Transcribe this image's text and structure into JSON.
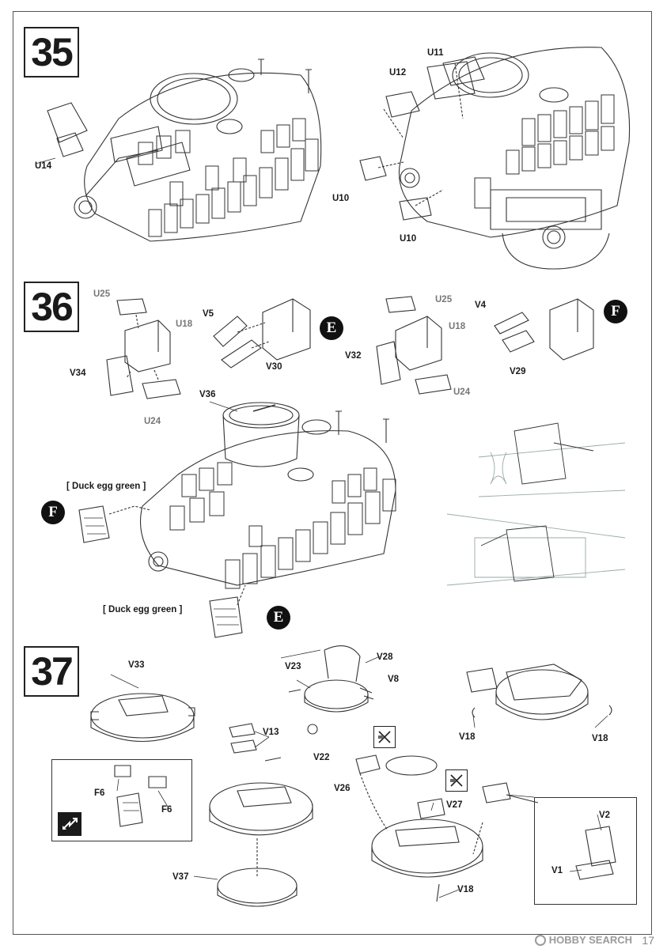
{
  "steps": [
    {
      "number": "35"
    },
    {
      "number": "36"
    },
    {
      "number": "37"
    }
  ],
  "markers": {
    "e": "E",
    "f": "F"
  },
  "color_notes": {
    "duck_egg_green_top": "[ Duck egg green ]",
    "duck_egg_green_bottom": "[ Duck egg green ]"
  },
  "labels_35": {
    "u14": "U14",
    "u11": "U11",
    "u12": "U12",
    "u10_a": "U10",
    "u10_b": "U10"
  },
  "labels_36": {
    "u25_a": "U25",
    "u18_a": "U18",
    "v34": "V34",
    "u24_a": "U24",
    "v5": "V5",
    "v30": "V30",
    "u25_b": "U25",
    "u18_b": "U18",
    "v32": "V32",
    "u24_b": "U24",
    "v4": "V4",
    "v29": "V29",
    "v36": "V36"
  },
  "labels_37": {
    "v33": "V33",
    "f6_a": "F6",
    "f6_b": "F6",
    "v13": "V13",
    "v37": "V37",
    "v23": "V23",
    "v28": "V28",
    "v8": "V8",
    "v22": "V22",
    "v26": "V26",
    "v27": "V27",
    "v18_a": "V18",
    "v18_b": "V18",
    "v18_c": "V18",
    "v2": "V2",
    "v1": "V1"
  },
  "footer": {
    "watermark": "HOBBY SEARCH",
    "page_number": "17"
  },
  "icons": [
    "cut-parts-icon",
    "mirror-flip-icon"
  ]
}
